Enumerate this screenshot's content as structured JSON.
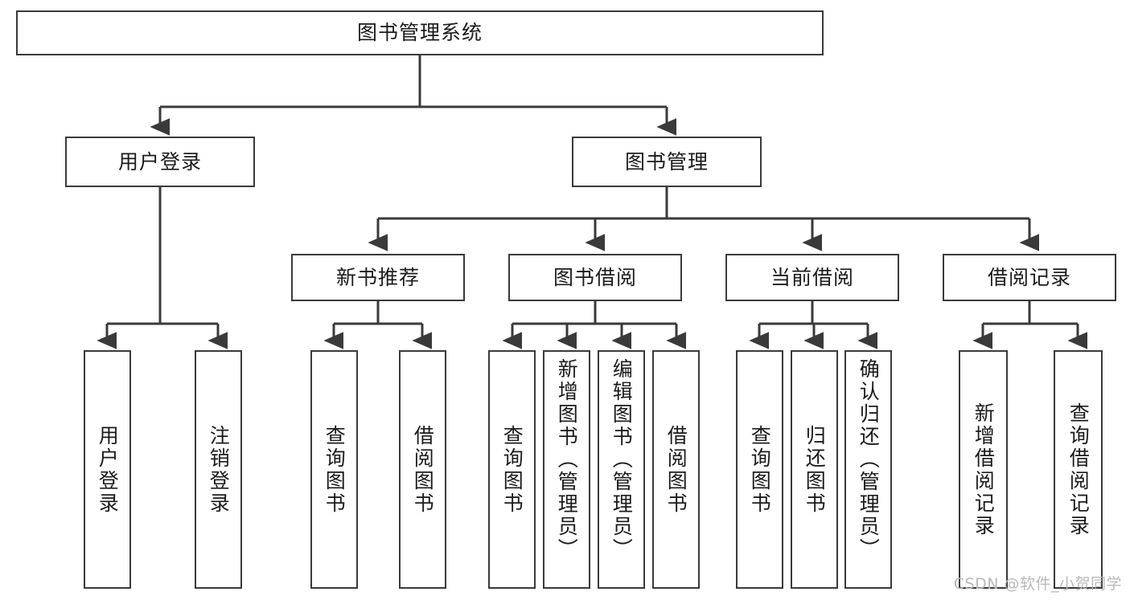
{
  "diagram": {
    "title": "图书管理系统",
    "type": "hierarchy-tree",
    "stroke_color": "#3a3a3a",
    "text_color": "#1b1b1b",
    "background_color": "#ffffff",
    "root": {
      "label": "图书管理系统"
    },
    "level2": [
      {
        "label": "用户登录"
      },
      {
        "label": "图书管理"
      }
    ],
    "level3": [
      {
        "label": "新书推荐"
      },
      {
        "label": "图书借阅"
      },
      {
        "label": "当前借阅"
      },
      {
        "label": "借阅记录"
      }
    ],
    "leaves": {
      "user_login": [
        {
          "label": "用户登录"
        },
        {
          "label": "注销登录"
        }
      ],
      "new_book_recommend": [
        {
          "label": "查询图书"
        },
        {
          "label": "借阅图书"
        }
      ],
      "book_borrow": [
        {
          "label": "查询图书"
        },
        {
          "label": "新增图书（管理员）"
        },
        {
          "label": "编辑图书（管理员）"
        },
        {
          "label": "借阅图书"
        }
      ],
      "current_borrow": [
        {
          "label": "查询图书"
        },
        {
          "label": "归还图书"
        },
        {
          "label": "确认归还（管理员）"
        }
      ],
      "borrow_record": [
        {
          "label": "新增借阅记录"
        },
        {
          "label": "查询借阅记录"
        }
      ]
    },
    "watermark": "CSDN @软件_小贺同学"
  }
}
